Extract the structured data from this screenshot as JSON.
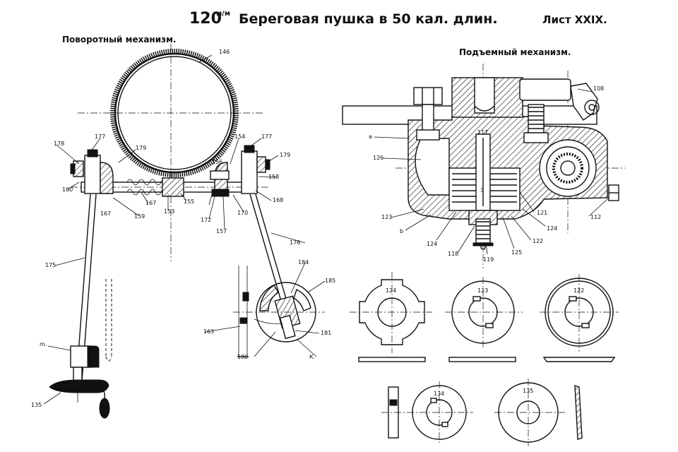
{
  "title": {
    "caliber": "120",
    "unit": "м/м",
    "main": "Береговая пушка в 50 кал. длин.",
    "sheet": "Лист XXIX."
  },
  "sections": {
    "traverse": "Поворотный механизм.",
    "elevation": "Подъемный механизм."
  },
  "labels": {
    "l146": "146",
    "l178": "178",
    "l177a": "177",
    "l179a": "179",
    "l160": "160",
    "l167a": "167",
    "l159": "159",
    "l167b": "167",
    "l153": "153",
    "l155": "155",
    "l154": "154",
    "l156": "156",
    "l177b": "177",
    "l179b": "179",
    "l158": "158",
    "l168": "168",
    "l170": "170",
    "l157": "157",
    "l172": "172",
    "l175": "175",
    "l176": "176",
    "l184": "184",
    "l185a": "185",
    "l163": "163",
    "l181": "181",
    "l180": "180",
    "lK": "К.",
    "lm": "m.",
    "l135": "135",
    "l108": "108",
    "la": "a",
    "l126": "126",
    "l117": "117",
    "l3": "3",
    "l123a": "123",
    "lb": "b",
    "l124a": "124",
    "l118": "118",
    "l119": "119",
    "l125": "125",
    "l122a": "122",
    "l124b": "124",
    "l121": "121",
    "l112": "112",
    "l124c": "124",
    "l123b": "123",
    "l122b": "122",
    "l134": "134",
    "l135b": "135"
  },
  "icons": {
    "handwheel": "handwheel-icon",
    "worm": "worm-gear-icon"
  }
}
